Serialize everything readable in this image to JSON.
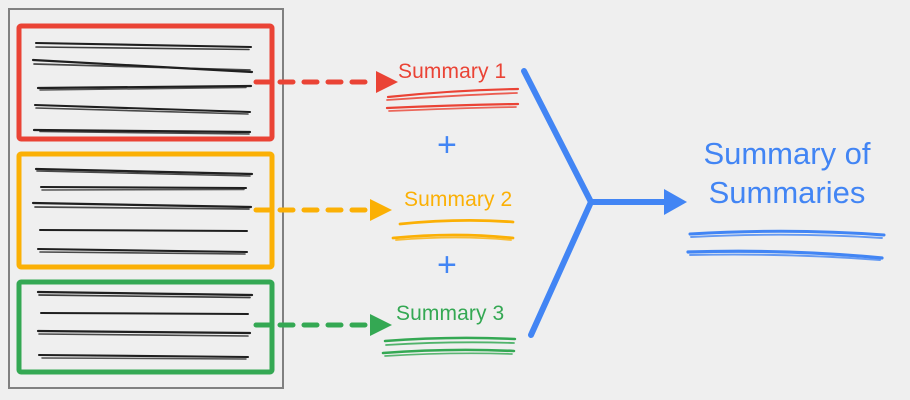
{
  "diagram": {
    "title_text": "Summary of Summaries",
    "background_color": "#efefef",
    "type": "flow-diagram",
    "description": "Hierarchical summarization flow: three colored document sections are each summarized, then the summaries are combined into a summary of summaries."
  },
  "source_document": {
    "name": "source-document-container",
    "border_color": "#808080",
    "sections": [
      {
        "id": "section-1",
        "color": "#ea4335",
        "color_name": "red",
        "line_count": 5
      },
      {
        "id": "section-2",
        "color": "#fbb005",
        "color_name": "amber",
        "line_count": 5
      },
      {
        "id": "section-3",
        "color": "#34a853",
        "color_name": "green",
        "line_count": 4
      }
    ],
    "text_line_color": "#1f1f1f"
  },
  "summaries": [
    {
      "id": "summary-1",
      "label": "Summary 1",
      "color": "#ea4335",
      "arrow_style": "dashed",
      "underline_count": 3
    },
    {
      "id": "summary-2",
      "label": "Summary 2",
      "color": "#fbb005",
      "arrow_style": "dashed",
      "underline_count": 2
    },
    {
      "id": "summary-3",
      "label": "Summary 3",
      "color": "#34a853",
      "arrow_style": "dashed",
      "underline_count": 3
    }
  ],
  "operators": [
    {
      "id": "plus-1",
      "symbol": "+",
      "color": "#4285f4"
    },
    {
      "id": "plus-2",
      "symbol": "+",
      "color": "#4285f4"
    }
  ],
  "merge": {
    "name": "merge-connector",
    "color": "#4285f4",
    "style": "solid",
    "shape": "two-branches-converging-to-arrow"
  },
  "final_output": {
    "label_line_1": "Summary of",
    "label_line_2": "Summaries",
    "color": "#4285f4",
    "underline_count": 2
  }
}
